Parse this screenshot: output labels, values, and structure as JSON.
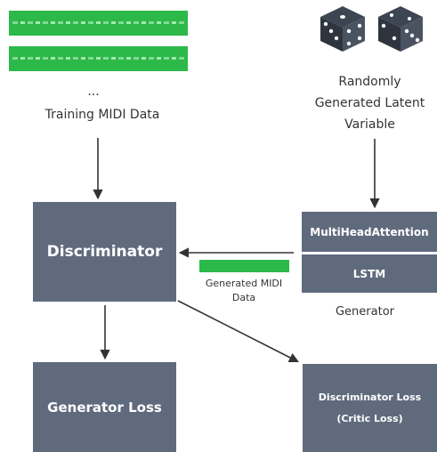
{
  "training": {
    "ellipsis": "...",
    "label": "Training MIDI Data"
  },
  "latent": {
    "label_lines": [
      "Randomly",
      "Generated Latent",
      "Variable"
    ]
  },
  "discriminator": {
    "label": "Discriminator"
  },
  "generator": {
    "attention_label": "MultiHeadAttention",
    "lstm_label": "LSTM",
    "caption": "Generator"
  },
  "generated_midi": {
    "label_lines": [
      "Generated MIDI",
      "Data"
    ]
  },
  "generator_loss": {
    "label": "Generator Loss"
  },
  "discriminator_loss": {
    "label_lines": [
      "Discriminator Loss",
      "(Critic Loss)"
    ]
  },
  "colors": {
    "box": "#5f6b7d",
    "midi_green": "#2db84a",
    "arrow": "#333333",
    "dice": "#3d4552"
  },
  "icons": [
    "dice-icon",
    "dice-icon"
  ]
}
